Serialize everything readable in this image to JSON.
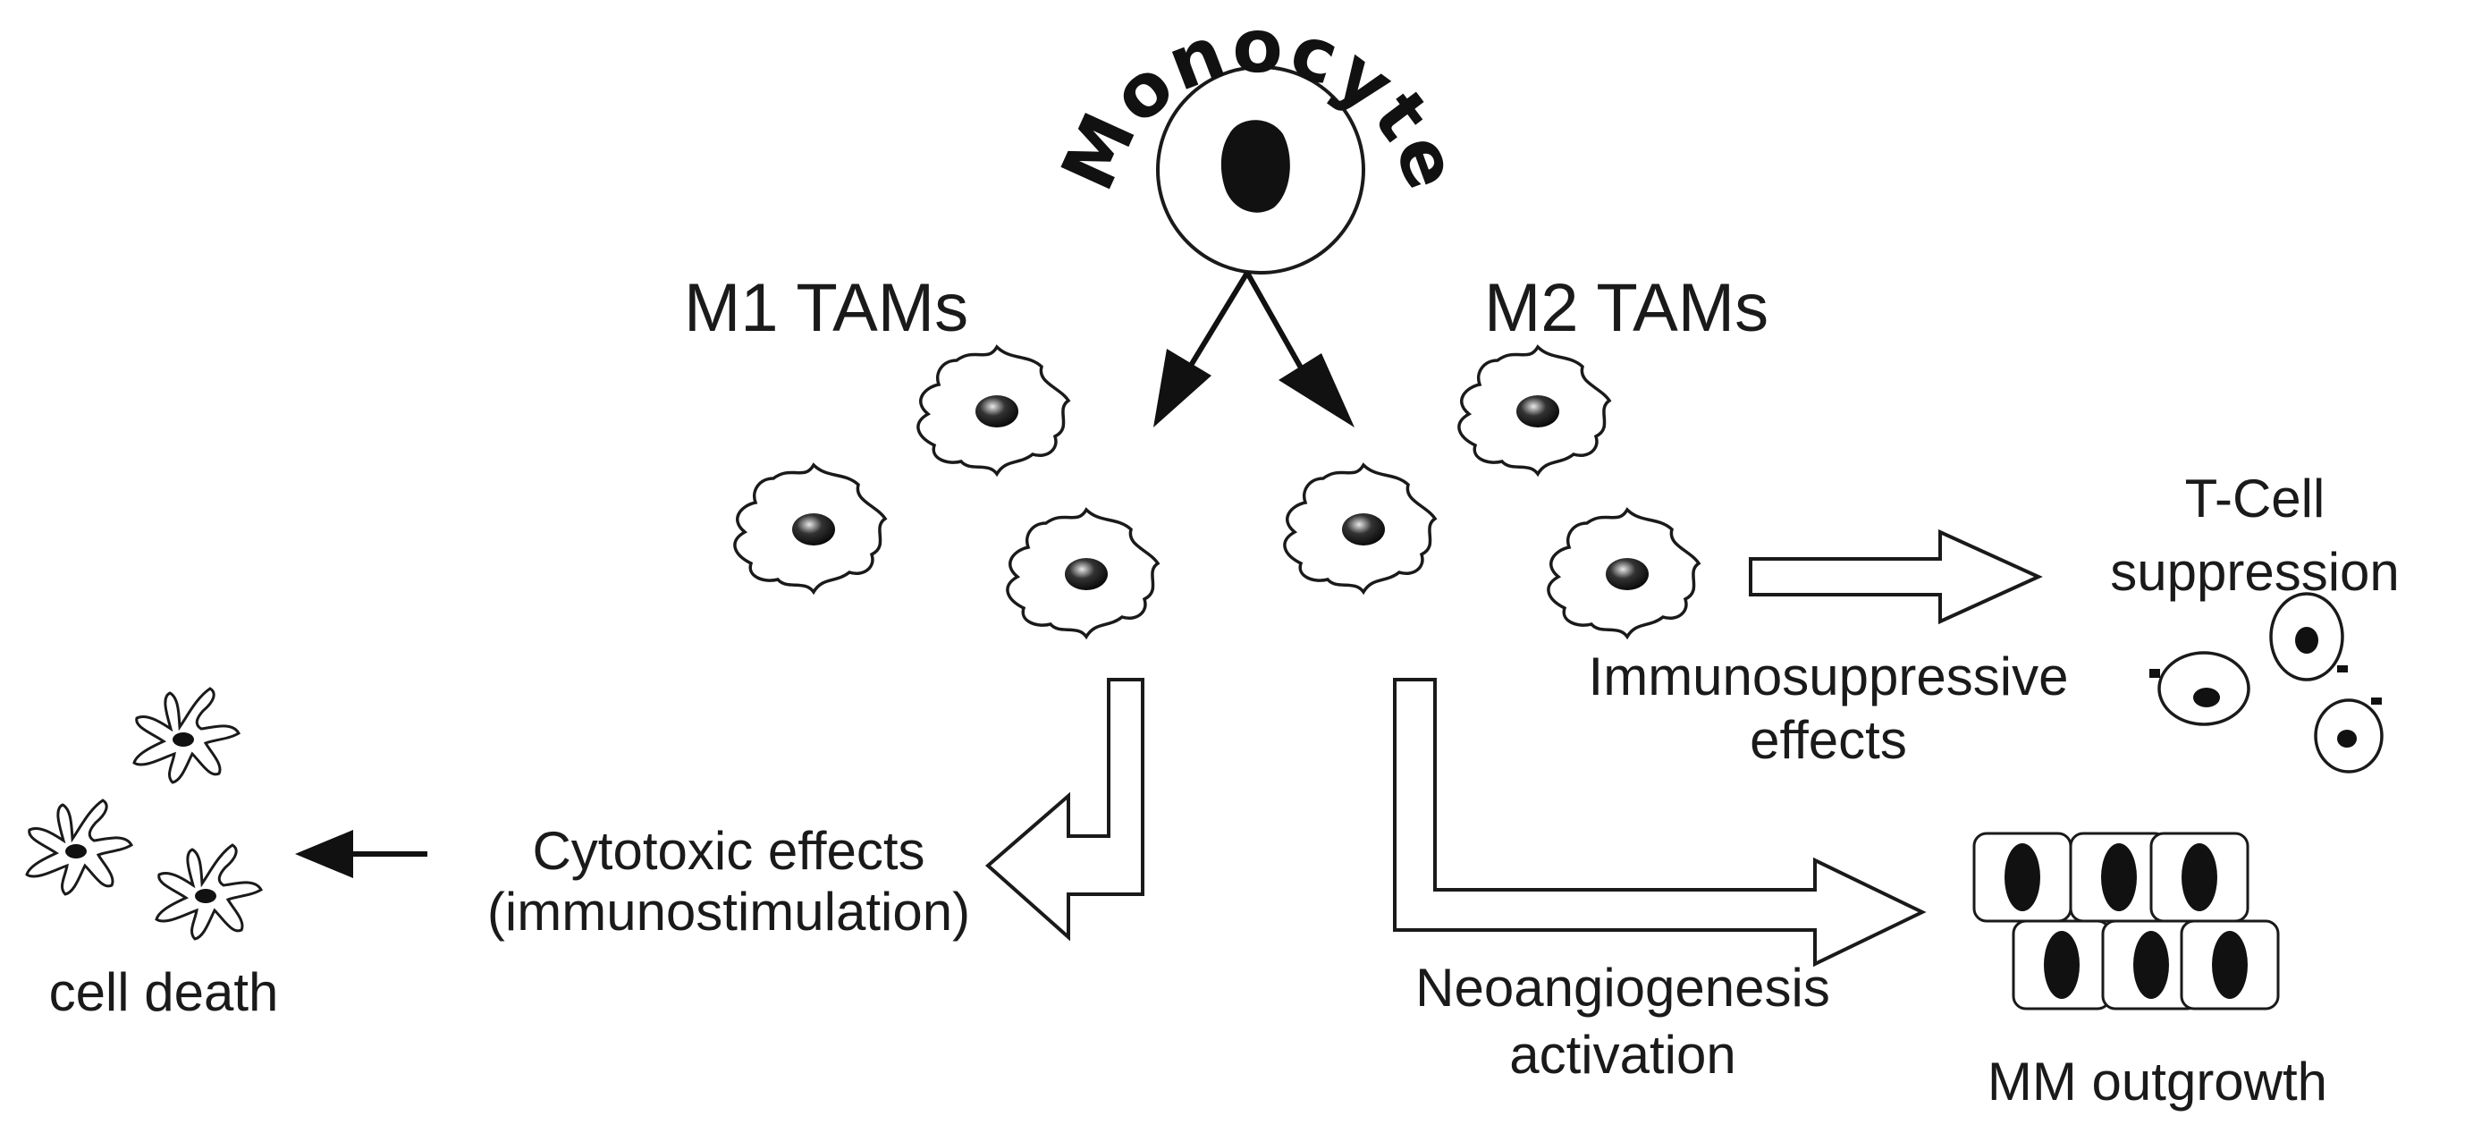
{
  "figure": {
    "monocyte_label": "Monocyte",
    "m1_title": "M1 TAMs",
    "m2_title": "M2 TAMs",
    "cytotoxic_line1": "Cytotoxic effects",
    "cytotoxic_line2": "(immunostimulation)",
    "cell_death": "cell death",
    "tcell_line1": "T-Cell",
    "tcell_line2": "suppression",
    "immuno_line1": "Immunosuppressive",
    "immuno_line2": "effects",
    "neo_line1": "Neoangiogenesis",
    "neo_line2": "activation",
    "mm_outgrowth": "MM outgrowth"
  },
  "colors": {
    "stroke": "#1a1a1a",
    "nucleus_dark": "#111111",
    "nucleus_highlight": "#d9d9d9",
    "cell_fill": "#ffffff"
  }
}
